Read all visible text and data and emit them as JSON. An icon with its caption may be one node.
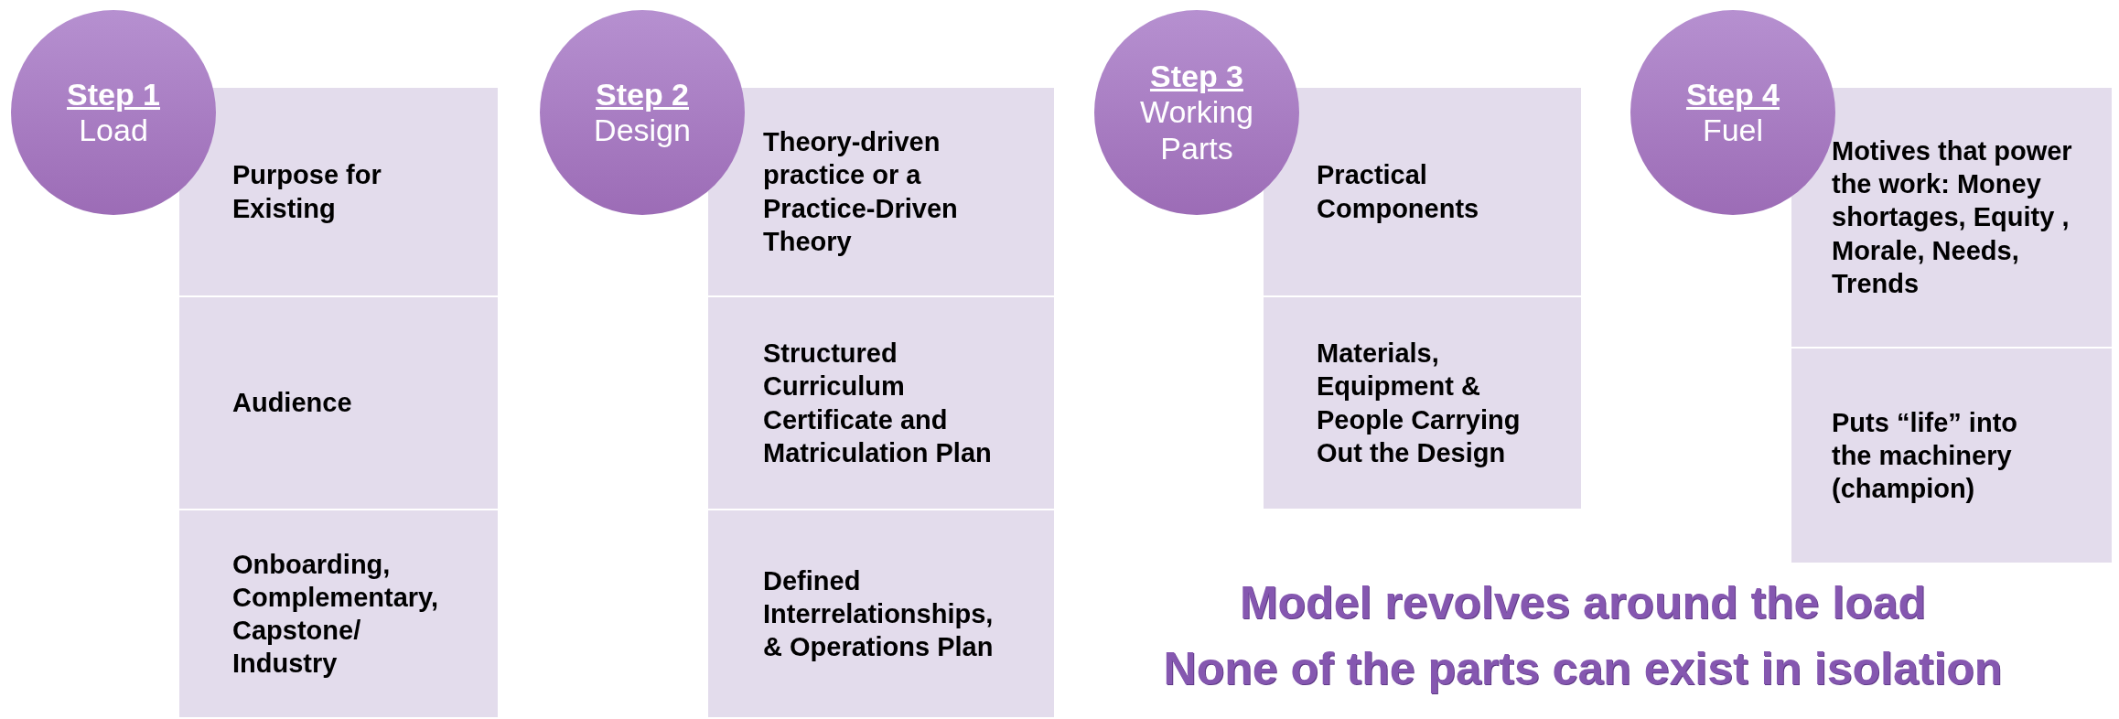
{
  "diagram": {
    "nodes": [
      {
        "text": [
          "Step 1",
          "Load"
        ]
      },
      {
        "text": [
          "Purpose for Existing"
        ]
      },
      {
        "text": [
          "Audience"
        ]
      },
      {
        "text": [
          "Onboarding, Complementary, Capstone/ Industry"
        ]
      },
      {
        "text": [
          "Step 2",
          "Design"
        ]
      },
      {
        "text": [
          "Theory-driven practice or a Practice-Driven Theory"
        ]
      },
      {
        "text": [
          "Structured Curriculum Certificate and Matriculation Plan"
        ]
      },
      {
        "text": [
          "Defined Interrelationships, & Operations Plan"
        ]
      },
      {
        "text": [
          "Step 3",
          "Working Parts"
        ]
      },
      {
        "text": [
          "Practical Components"
        ]
      },
      {
        "text": [
          "Materials, Equipment & People Carrying Out the Design"
        ]
      },
      {
        "text": [
          "Step 4",
          "Fuel"
        ]
      },
      {
        "text": [
          "Motives that power the work: Money shortages, Equity , Morale, Needs, Trends"
        ]
      },
      {
        "text": [
          "Puts “life” into the machinery (champion)"
        ]
      }
    ],
    "labels": [
      "Model revolves around the load",
      "None of the parts can exist in isolation"
    ]
  }
}
